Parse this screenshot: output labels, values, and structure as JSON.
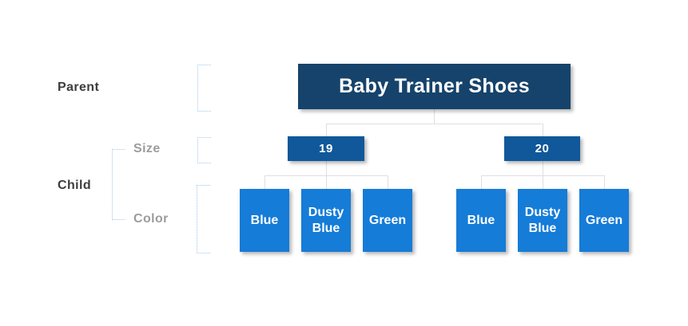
{
  "root": {
    "label": "Baby Trainer Shoes"
  },
  "row_labels": {
    "parent": "Parent",
    "child": "Child",
    "size": "Size",
    "color": "Color"
  },
  "sizes": [
    {
      "label": "19",
      "colors": [
        "Blue",
        "Dusty Blue",
        "Green"
      ]
    },
    {
      "label": "20",
      "colors": [
        "Blue",
        "Dusty Blue",
        "Green"
      ]
    }
  ],
  "theme": {
    "root_box_bg": "#16436B",
    "size_box_bg": "#10589A",
    "color_box_bg": "#157CD8",
    "box_text_color": "#FFFFFF",
    "connector_color": "#DFDFE2",
    "bracket_color": "#A3C7EA",
    "label_dark_color": "#3D3D3D",
    "label_gray_color": "#9C9C9C",
    "background": "#FFFFFF"
  }
}
